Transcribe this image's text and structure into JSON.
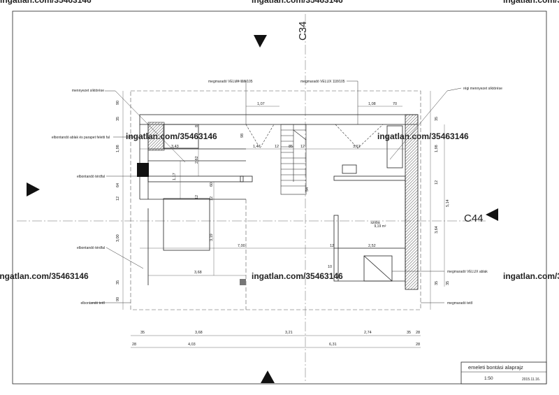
{
  "sheet": {
    "title": "emeleti bontási alaprajz",
    "scale": "1:50",
    "date": "2015.11.16."
  },
  "section_marks": {
    "vertical": "C34",
    "horizontal": "C44"
  },
  "watermark": "ingatlan.com/35463146",
  "labels": {
    "ceiling_cut": "mennyezet síktörése",
    "old_ceiling_cut": "régi mennyezet síktörése",
    "velux_left": "megmaradó VELUX 118/105",
    "velux_right": "megmaradó VELUX 118/105",
    "remove_window": "elbontandó ablak és parapet feletti fal",
    "remove_partition_1": "elbontandó térdfal",
    "remove_partition_2": "elbontandó térdfal",
    "remove_roof": "elbontandó tető",
    "keep_velux": "megmaradó VELUX ablak",
    "keep_roof": "megmaradó tető"
  },
  "room": {
    "name": "szoba",
    "area": "9,19 m²"
  },
  "dimensions": {
    "top_1": "1,07",
    "top_2": "1,08",
    "top_3": "70",
    "width_a": "3,43",
    "width_b": "1,47",
    "width_c": "12",
    "width_d": "85",
    "width_e": "12",
    "width_f": "3,61",
    "h_98": "98",
    "h_8": "8",
    "h_2_62": "2,62",
    "h_1_17": "1,17",
    "h_60": "60",
    "h_12a": "12",
    "h_12b": "12",
    "h_3_19": "3,19",
    "w_7_00": "7,00",
    "w_12": "12",
    "w_2_52": "2,52",
    "w_3_68": "3,68",
    "w_10": "10",
    "h_54": "54",
    "bottom_row1": [
      "35",
      "3,68",
      "3,21",
      "2,74",
      "35",
      "28"
    ],
    "bottom_row2": [
      "28",
      "4,03",
      "6,31",
      "28"
    ],
    "left_col": [
      "90",
      "35",
      "1,98",
      "64",
      "12",
      "3,00",
      "35",
      "90"
    ],
    "right_col": [
      "35",
      "1,98",
      "12",
      "5,14",
      "3,64",
      "35",
      "35"
    ]
  }
}
